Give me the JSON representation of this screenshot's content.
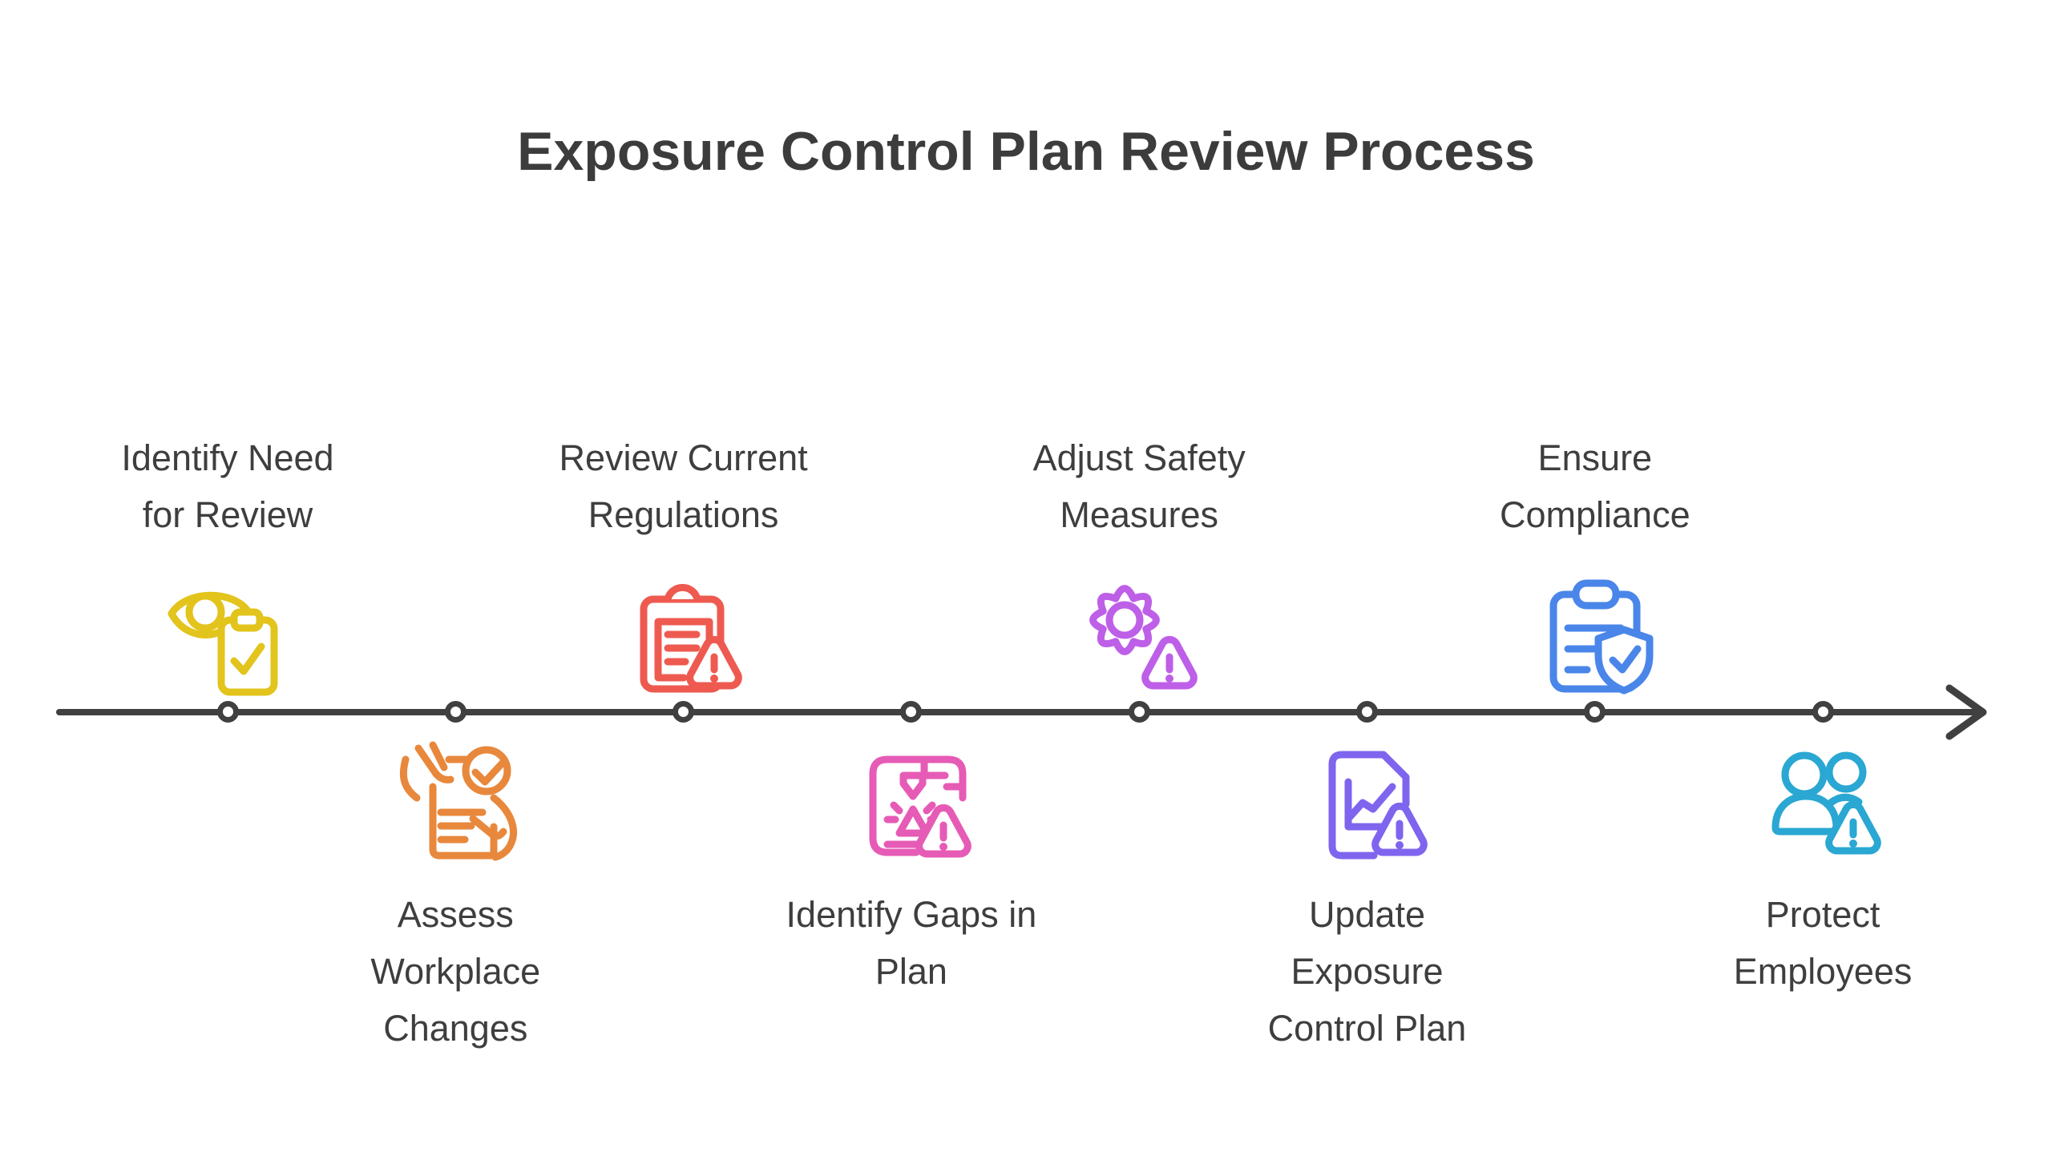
{
  "title": "Exposure Control Plan Review Process",
  "colors": {
    "timeline": "#404040",
    "text": "#3e3e3e",
    "title_text": "#3c3c3c"
  },
  "steps": [
    {
      "label": "Identify Need\nfor Review",
      "side": "top",
      "icon": "eye-clipboard-check-icon",
      "color": "#e2c41c"
    },
    {
      "label": "Assess\nWorkplace\nChanges",
      "side": "bottom",
      "icon": "hands-document-check-icon",
      "color": "#e8883c"
    },
    {
      "label": "Review Current\nRegulations",
      "side": "top",
      "icon": "clipboard-warning-icon",
      "color": "#ee5a50"
    },
    {
      "label": "Identify Gaps in\nPlan",
      "side": "bottom",
      "icon": "machine-warning-icon",
      "color": "#e65bb5"
    },
    {
      "label": "Adjust Safety\nMeasures",
      "side": "top",
      "icon": "gear-warning-icon",
      "color": "#be5fe8"
    },
    {
      "label": "Update\nExposure\nControl Plan",
      "side": "bottom",
      "icon": "document-chart-warning-icon",
      "color": "#7f65ee"
    },
    {
      "label": "Ensure\nCompliance",
      "side": "top",
      "icon": "clipboard-shield-check-icon",
      "color": "#4a86e9"
    },
    {
      "label": "Protect\nEmployees",
      "side": "bottom",
      "icon": "people-warning-icon",
      "color": "#2aa7d2"
    }
  ]
}
